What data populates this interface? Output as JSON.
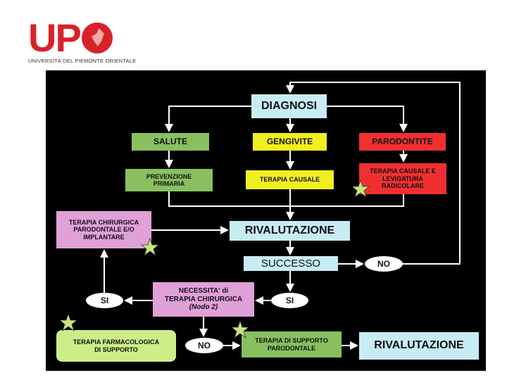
{
  "logo": {
    "letters": "UPO",
    "subtitle": "UNIVERSITÀ DEL PIEMONTE ORIENTALE"
  },
  "nodes": {
    "diagnosi": "DIAGNOSI",
    "salute": "SALUTE",
    "gengivite": "GENGIVITE",
    "parodontite": "PARODONTITE",
    "prevenzione": "PREVENZIONE PRIMARIA",
    "terapia_causale": "TERAPIA CAUSALE",
    "terapia_causale_levigatura": "TERAPIA CAUSALE E LEVIGATURA RADICOLARE",
    "terapia_chirurgica": "TERAPIA CHIRURGICA PARODONTALE E/O IMPLANTARE",
    "rivalutazione": "RIVALUTAZIONE",
    "successo": "SUCCESSO",
    "no_successo": "NO",
    "si_successo": "SI",
    "necessita_line1": "NECESSITA' di",
    "necessita_line2": "TERAPIA CHIRURGICA",
    "necessita_line3": "(Nodo 2)",
    "si_chirurgica": "SI",
    "no_chirurgica": "NO",
    "terapia_farmacologica": "TERAPIA FARMACOLOGICA DI SUPPORTO",
    "terapia_supporto": "TERAPIA DI SUPPORTO PARODONTALE",
    "rivalutazione_finale": "RIVALUTAZIONE"
  },
  "colors": {
    "blue": "#c8ecf4",
    "green": "#88c060",
    "yellow": "#f0f020",
    "red": "#f03030",
    "pink": "#e0a0d8",
    "light_green": "#ccee88",
    "star": "#c8e67a",
    "logo_red": "#d8222a"
  }
}
